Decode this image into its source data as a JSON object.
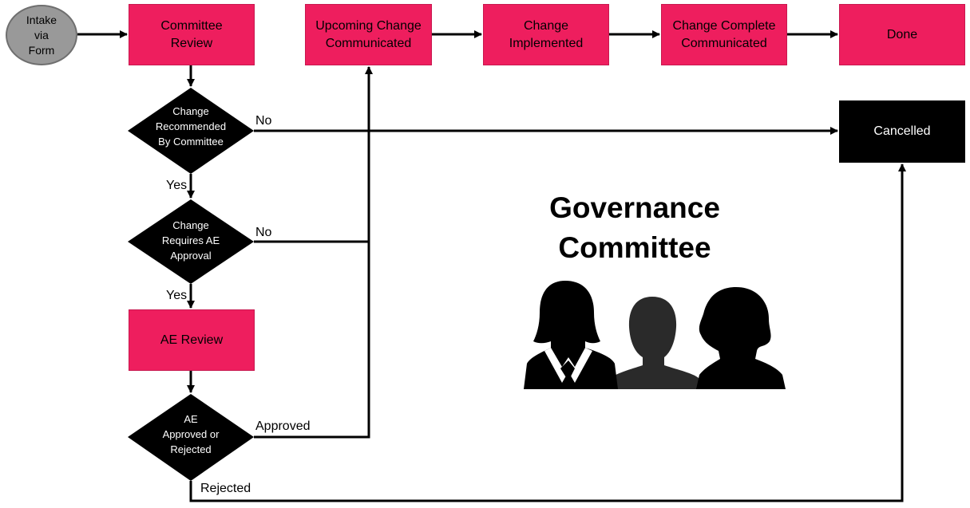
{
  "start": {
    "label": "Intake\nvia\nForm"
  },
  "nodes": {
    "committee_review": "Committee\nReview",
    "upcoming_change": "Upcoming Change\nCommunicated",
    "change_implemented": "Change\nImplemented",
    "change_complete": "Change Complete\nCommunicated",
    "done": "Done",
    "cancelled": "Cancelled",
    "ae_review": "AE Review"
  },
  "decisions": {
    "recommended": "Change\nRecommended\nBy Committee",
    "requires_ae": "Change\nRequires AE\nApproval",
    "ae_result": "AE\nApproved or\nRejected"
  },
  "edge_labels": {
    "recommended_no": "No",
    "recommended_yes": "Yes",
    "requires_no": "No",
    "requires_yes": "Yes",
    "approved": "Approved",
    "rejected": "Rejected"
  },
  "title": "Governance\nCommittee",
  "colors": {
    "process": "#EE1E5E",
    "terminal": "#000000",
    "start": "#999999"
  },
  "icons": [
    "woman-silhouette-icon",
    "man-silhouette-icon",
    "person-silhouette-icon"
  ]
}
